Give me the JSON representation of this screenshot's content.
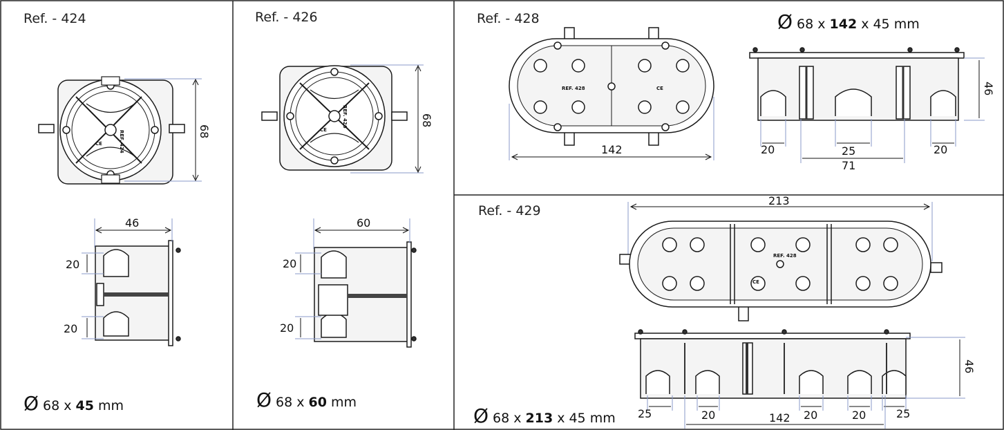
{
  "panels": {
    "p424": {
      "ref": "Ref. - 424",
      "size_pre": "68 x",
      "size_bold": "45",
      "size_post": "mm",
      "dims": {
        "height": "68",
        "depth": "46",
        "knock1": "20",
        "knock2": "20"
      },
      "stamp": "REF. 424"
    },
    "p426": {
      "ref": "Ref. - 426",
      "size_pre": "68 x",
      "size_bold": "60",
      "size_post": "mm",
      "dims": {
        "height": "68",
        "depth": "60",
        "knock1": "20",
        "knock2": "20"
      },
      "stamp": "REF. 426"
    },
    "p428": {
      "ref": "Ref. - 428",
      "size_pre": "68 x",
      "size_bold": "142",
      "size_post": "x 45 mm",
      "dims": {
        "width": "142",
        "height": "46",
        "left": "20",
        "mid": "25",
        "right": "20",
        "span": "71"
      },
      "stamp": "REF. 428"
    },
    "p429": {
      "ref": "Ref. - 429",
      "size_pre": "68 x",
      "size_bold": "213",
      "size_post": "x 45 mm",
      "dims": {
        "width": "213",
        "height": "46",
        "d1": "25",
        "d2": "20",
        "span": "142",
        "d3": "20",
        "d4": "20",
        "d5": "25"
      },
      "stamp": "REF. 428"
    }
  },
  "diameter_symbol": "Ø",
  "ce_mark": "CE",
  "colors": {
    "border": "#222222",
    "line": "#1a1a1a",
    "dim_line": "#8a9ac8",
    "fill": "#f4f4f4"
  }
}
